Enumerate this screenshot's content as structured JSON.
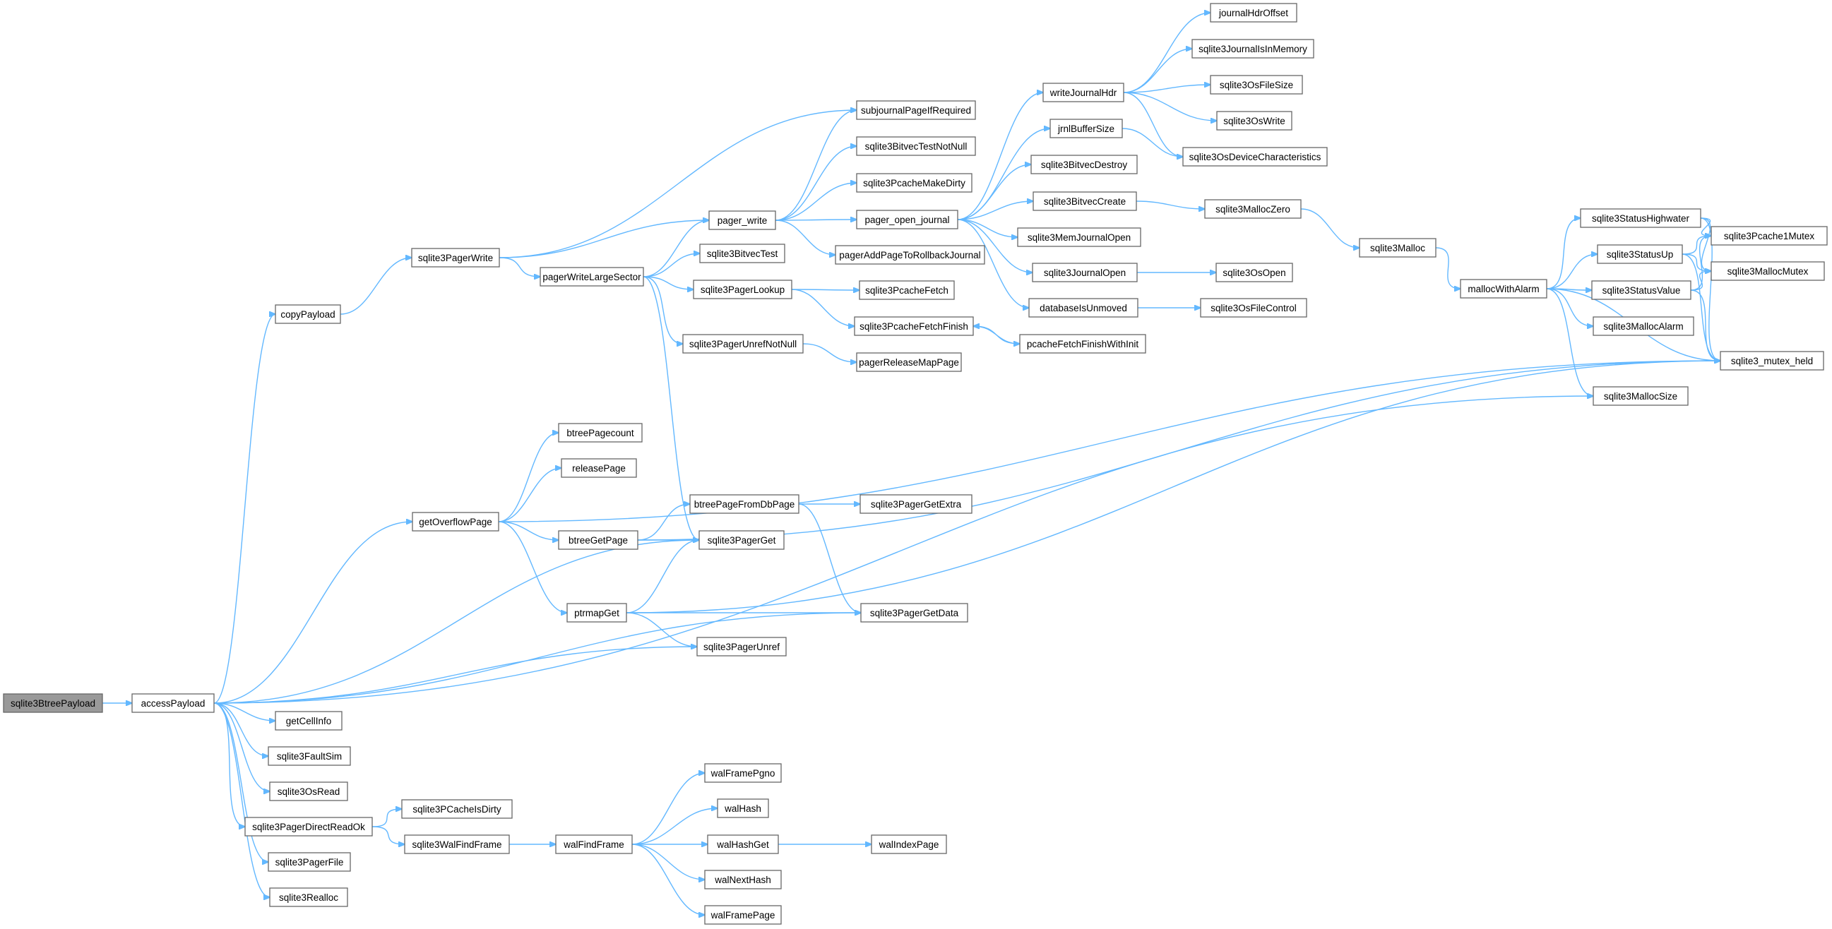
{
  "graph": {
    "colors": {
      "edge": "#63b8ff",
      "root_fill": "#999999",
      "node_fill": "#ffffff",
      "node_border": "#666666"
    },
    "nodes": [
      {
        "id": "sqlite3BtreePayload",
        "label": "sqlite3BtreePayload",
        "root": true
      },
      {
        "id": "accessPayload",
        "label": "accessPayload"
      },
      {
        "id": "copyPayload",
        "label": "copyPayload"
      },
      {
        "id": "sqlite3PagerWrite",
        "label": "sqlite3PagerWrite"
      },
      {
        "id": "subjournalPageIfRequired",
        "label": "subjournalPageIfRequired"
      },
      {
        "id": "pager_write",
        "label": "pager_write"
      },
      {
        "id": "pagerWriteLargeSector",
        "label": "pagerWriteLargeSector"
      },
      {
        "id": "sqlite3BitvecTestNotNull",
        "label": "sqlite3BitvecTestNotNull"
      },
      {
        "id": "sqlite3PcacheMakeDirty",
        "label": "sqlite3PcacheMakeDirty"
      },
      {
        "id": "pager_open_journal",
        "label": "pager_open_journal"
      },
      {
        "id": "pagerAddPageToRollbackJournal",
        "label": "pagerAddPageToRollbackJournal"
      },
      {
        "id": "sqlite3BitvecTest",
        "label": "sqlite3BitvecTest"
      },
      {
        "id": "sqlite3PagerLookup",
        "label": "sqlite3PagerLookup"
      },
      {
        "id": "sqlite3PagerUnrefNotNull",
        "label": "sqlite3PagerUnrefNotNull"
      },
      {
        "id": "sqlite3PcacheFetch",
        "label": "sqlite3PcacheFetch"
      },
      {
        "id": "sqlite3PcacheFetchFinish",
        "label": "sqlite3PcacheFetchFinish"
      },
      {
        "id": "pcacheFetchFinishWithInit",
        "label": "pcacheFetchFinishWithInit"
      },
      {
        "id": "pagerReleaseMapPage",
        "label": "pagerReleaseMapPage"
      },
      {
        "id": "writeJournalHdr",
        "label": "writeJournalHdr"
      },
      {
        "id": "jrnlBufferSize",
        "label": "jrnlBufferSize"
      },
      {
        "id": "sqlite3BitvecDestroy",
        "label": "sqlite3BitvecDestroy"
      },
      {
        "id": "sqlite3BitvecCreate",
        "label": "sqlite3BitvecCreate"
      },
      {
        "id": "sqlite3MemJournalOpen",
        "label": "sqlite3MemJournalOpen"
      },
      {
        "id": "sqlite3JournalOpen",
        "label": "sqlite3JournalOpen"
      },
      {
        "id": "databaseIsUnmoved",
        "label": "databaseIsUnmoved"
      },
      {
        "id": "journalHdrOffset",
        "label": "journalHdrOffset"
      },
      {
        "id": "sqlite3JournalIsInMemory",
        "label": "sqlite3JournalIsInMemory"
      },
      {
        "id": "sqlite3OsFileSize",
        "label": "sqlite3OsFileSize"
      },
      {
        "id": "sqlite3OsWrite",
        "label": "sqlite3OsWrite"
      },
      {
        "id": "sqlite3OsDeviceCharacteristics",
        "label": "sqlite3OsDeviceCharacteristics"
      },
      {
        "id": "sqlite3MallocZero",
        "label": "sqlite3MallocZero"
      },
      {
        "id": "sqlite3OsOpen",
        "label": "sqlite3OsOpen"
      },
      {
        "id": "sqlite3OsFileControl",
        "label": "sqlite3OsFileControl"
      },
      {
        "id": "sqlite3Malloc",
        "label": "sqlite3Malloc"
      },
      {
        "id": "mallocWithAlarm",
        "label": "mallocWithAlarm"
      },
      {
        "id": "sqlite3StatusHighwater",
        "label": "sqlite3StatusHighwater"
      },
      {
        "id": "sqlite3StatusUp",
        "label": "sqlite3StatusUp"
      },
      {
        "id": "sqlite3StatusValue",
        "label": "sqlite3StatusValue"
      },
      {
        "id": "sqlite3MallocAlarm",
        "label": "sqlite3MallocAlarm"
      },
      {
        "id": "sqlite3MallocSize",
        "label": "sqlite3MallocSize"
      },
      {
        "id": "sqlite3Pcache1Mutex",
        "label": "sqlite3Pcache1Mutex"
      },
      {
        "id": "sqlite3MallocMutex",
        "label": "sqlite3MallocMutex"
      },
      {
        "id": "sqlite3_mutex_held",
        "label": "sqlite3_mutex_held"
      },
      {
        "id": "getOverflowPage",
        "label": "getOverflowPage"
      },
      {
        "id": "btreePagecount",
        "label": "btreePagecount"
      },
      {
        "id": "releasePage",
        "label": "releasePage"
      },
      {
        "id": "btreeGetPage",
        "label": "btreeGetPage"
      },
      {
        "id": "btreePageFromDbPage",
        "label": "btreePageFromDbPage"
      },
      {
        "id": "sqlite3PagerGetExtra",
        "label": "sqlite3PagerGetExtra"
      },
      {
        "id": "sqlite3PagerGet",
        "label": "sqlite3PagerGet"
      },
      {
        "id": "ptrmapGet",
        "label": "ptrmapGet"
      },
      {
        "id": "sqlite3PagerGetData",
        "label": "sqlite3PagerGetData"
      },
      {
        "id": "sqlite3PagerUnref",
        "label": "sqlite3PagerUnref"
      },
      {
        "id": "getCellInfo",
        "label": "getCellInfo"
      },
      {
        "id": "sqlite3FaultSim",
        "label": "sqlite3FaultSim"
      },
      {
        "id": "sqlite3OsRead",
        "label": "sqlite3OsRead"
      },
      {
        "id": "sqlite3PagerDirectReadOk",
        "label": "sqlite3PagerDirectReadOk"
      },
      {
        "id": "sqlite3PCacheIsDirty",
        "label": "sqlite3PCacheIsDirty"
      },
      {
        "id": "sqlite3WalFindFrame",
        "label": "sqlite3WalFindFrame"
      },
      {
        "id": "walFindFrame",
        "label": "walFindFrame"
      },
      {
        "id": "walFramePgno",
        "label": "walFramePgno"
      },
      {
        "id": "walHash",
        "label": "walHash"
      },
      {
        "id": "walHashGet",
        "label": "walHashGet"
      },
      {
        "id": "walIndexPage",
        "label": "walIndexPage"
      },
      {
        "id": "walNextHash",
        "label": "walNextHash"
      },
      {
        "id": "walFramePage",
        "label": "walFramePage"
      },
      {
        "id": "sqlite3PagerFile",
        "label": "sqlite3PagerFile"
      },
      {
        "id": "sqlite3Realloc",
        "label": "sqlite3Realloc"
      }
    ],
    "edges": [
      [
        "sqlite3BtreePayload",
        "accessPayload"
      ],
      [
        "accessPayload",
        "copyPayload"
      ],
      [
        "accessPayload",
        "sqlite3MallocSize"
      ],
      [
        "accessPayload",
        "getOverflowPage"
      ],
      [
        "accessPayload",
        "sqlite3PagerGet"
      ],
      [
        "accessPayload",
        "sqlite3PagerUnref"
      ],
      [
        "accessPayload",
        "sqlite3PagerGetData"
      ],
      [
        "accessPayload",
        "getCellInfo"
      ],
      [
        "accessPayload",
        "sqlite3FaultSim"
      ],
      [
        "accessPayload",
        "sqlite3OsRead"
      ],
      [
        "accessPayload",
        "sqlite3PagerDirectReadOk"
      ],
      [
        "accessPayload",
        "sqlite3PagerFile"
      ],
      [
        "accessPayload",
        "sqlite3Realloc"
      ],
      [
        "copyPayload",
        "sqlite3PagerWrite"
      ],
      [
        "sqlite3PagerWrite",
        "subjournalPageIfRequired"
      ],
      [
        "sqlite3PagerWrite",
        "pager_write"
      ],
      [
        "sqlite3PagerWrite",
        "pagerWriteLargeSector"
      ],
      [
        "pagerWriteLargeSector",
        "pager_write"
      ],
      [
        "pagerWriteLargeSector",
        "sqlite3BitvecTest"
      ],
      [
        "pagerWriteLargeSector",
        "sqlite3PagerLookup"
      ],
      [
        "pagerWriteLargeSector",
        "sqlite3PagerUnrefNotNull"
      ],
      [
        "pagerWriteLargeSector",
        "sqlite3PagerGet"
      ],
      [
        "pager_write",
        "subjournalPageIfRequired"
      ],
      [
        "pager_write",
        "sqlite3BitvecTestNotNull"
      ],
      [
        "pager_write",
        "sqlite3PcacheMakeDirty"
      ],
      [
        "pager_write",
        "pager_open_journal"
      ],
      [
        "pager_write",
        "pagerAddPageToRollbackJournal"
      ],
      [
        "sqlite3PagerLookup",
        "sqlite3PcacheFetch"
      ],
      [
        "sqlite3PagerLookup",
        "sqlite3PcacheFetchFinish"
      ],
      [
        "sqlite3PcacheFetchFinish",
        "pcacheFetchFinishWithInit"
      ],
      [
        "pcacheFetchFinishWithInit",
        "sqlite3PcacheFetchFinish"
      ],
      [
        "sqlite3PagerUnrefNotNull",
        "pagerReleaseMapPage"
      ],
      [
        "pager_open_journal",
        "writeJournalHdr"
      ],
      [
        "pager_open_journal",
        "jrnlBufferSize"
      ],
      [
        "pager_open_journal",
        "sqlite3BitvecDestroy"
      ],
      [
        "pager_open_journal",
        "sqlite3BitvecCreate"
      ],
      [
        "pager_open_journal",
        "sqlite3MemJournalOpen"
      ],
      [
        "pager_open_journal",
        "sqlite3JournalOpen"
      ],
      [
        "pager_open_journal",
        "databaseIsUnmoved"
      ],
      [
        "writeJournalHdr",
        "journalHdrOffset"
      ],
      [
        "writeJournalHdr",
        "sqlite3JournalIsInMemory"
      ],
      [
        "writeJournalHdr",
        "sqlite3OsFileSize"
      ],
      [
        "writeJournalHdr",
        "sqlite3OsWrite"
      ],
      [
        "writeJournalHdr",
        "sqlite3OsDeviceCharacteristics"
      ],
      [
        "jrnlBufferSize",
        "sqlite3OsDeviceCharacteristics"
      ],
      [
        "sqlite3BitvecCreate",
        "sqlite3MallocZero"
      ],
      [
        "sqlite3JournalOpen",
        "sqlite3OsOpen"
      ],
      [
        "databaseIsUnmoved",
        "sqlite3OsFileControl"
      ],
      [
        "sqlite3MallocZero",
        "sqlite3Malloc"
      ],
      [
        "sqlite3Malloc",
        "mallocWithAlarm"
      ],
      [
        "mallocWithAlarm",
        "sqlite3StatusHighwater"
      ],
      [
        "mallocWithAlarm",
        "sqlite3StatusUp"
      ],
      [
        "mallocWithAlarm",
        "sqlite3StatusValue"
      ],
      [
        "mallocWithAlarm",
        "sqlite3MallocAlarm"
      ],
      [
        "mallocWithAlarm",
        "sqlite3MallocSize"
      ],
      [
        "mallocWithAlarm",
        "sqlite3_mutex_held"
      ],
      [
        "sqlite3StatusHighwater",
        "sqlite3Pcache1Mutex"
      ],
      [
        "sqlite3StatusHighwater",
        "sqlite3MallocMutex"
      ],
      [
        "sqlite3StatusHighwater",
        "sqlite3_mutex_held"
      ],
      [
        "sqlite3StatusUp",
        "sqlite3Pcache1Mutex"
      ],
      [
        "sqlite3StatusUp",
        "sqlite3MallocMutex"
      ],
      [
        "sqlite3StatusUp",
        "sqlite3_mutex_held"
      ],
      [
        "sqlite3StatusValue",
        "sqlite3Pcache1Mutex"
      ],
      [
        "sqlite3StatusValue",
        "sqlite3MallocMutex"
      ],
      [
        "sqlite3StatusValue",
        "sqlite3_mutex_held"
      ],
      [
        "getOverflowPage",
        "btreePagecount"
      ],
      [
        "getOverflowPage",
        "releasePage"
      ],
      [
        "getOverflowPage",
        "btreeGetPage"
      ],
      [
        "getOverflowPage",
        "ptrmapGet"
      ],
      [
        "getOverflowPage",
        "sqlite3_mutex_held"
      ],
      [
        "btreeGetPage",
        "btreePageFromDbPage"
      ],
      [
        "btreeGetPage",
        "sqlite3PagerGet"
      ],
      [
        "btreeGetPage",
        "sqlite3_mutex_held"
      ],
      [
        "btreePageFromDbPage",
        "sqlite3PagerGetExtra"
      ],
      [
        "btreePageFromDbPage",
        "sqlite3PagerGetData"
      ],
      [
        "ptrmapGet",
        "sqlite3PagerGet"
      ],
      [
        "ptrmapGet",
        "sqlite3PagerGetData"
      ],
      [
        "ptrmapGet",
        "sqlite3PagerUnref"
      ],
      [
        "ptrmapGet",
        "sqlite3_mutex_held"
      ],
      [
        "sqlite3PagerDirectReadOk",
        "sqlite3PCacheIsDirty"
      ],
      [
        "sqlite3PagerDirectReadOk",
        "sqlite3WalFindFrame"
      ],
      [
        "sqlite3WalFindFrame",
        "walFindFrame"
      ],
      [
        "walFindFrame",
        "walFramePgno"
      ],
      [
        "walFindFrame",
        "walHash"
      ],
      [
        "walFindFrame",
        "walHashGet"
      ],
      [
        "walFindFrame",
        "walNextHash"
      ],
      [
        "walFindFrame",
        "walFramePage"
      ],
      [
        "walHashGet",
        "walIndexPage"
      ]
    ]
  }
}
